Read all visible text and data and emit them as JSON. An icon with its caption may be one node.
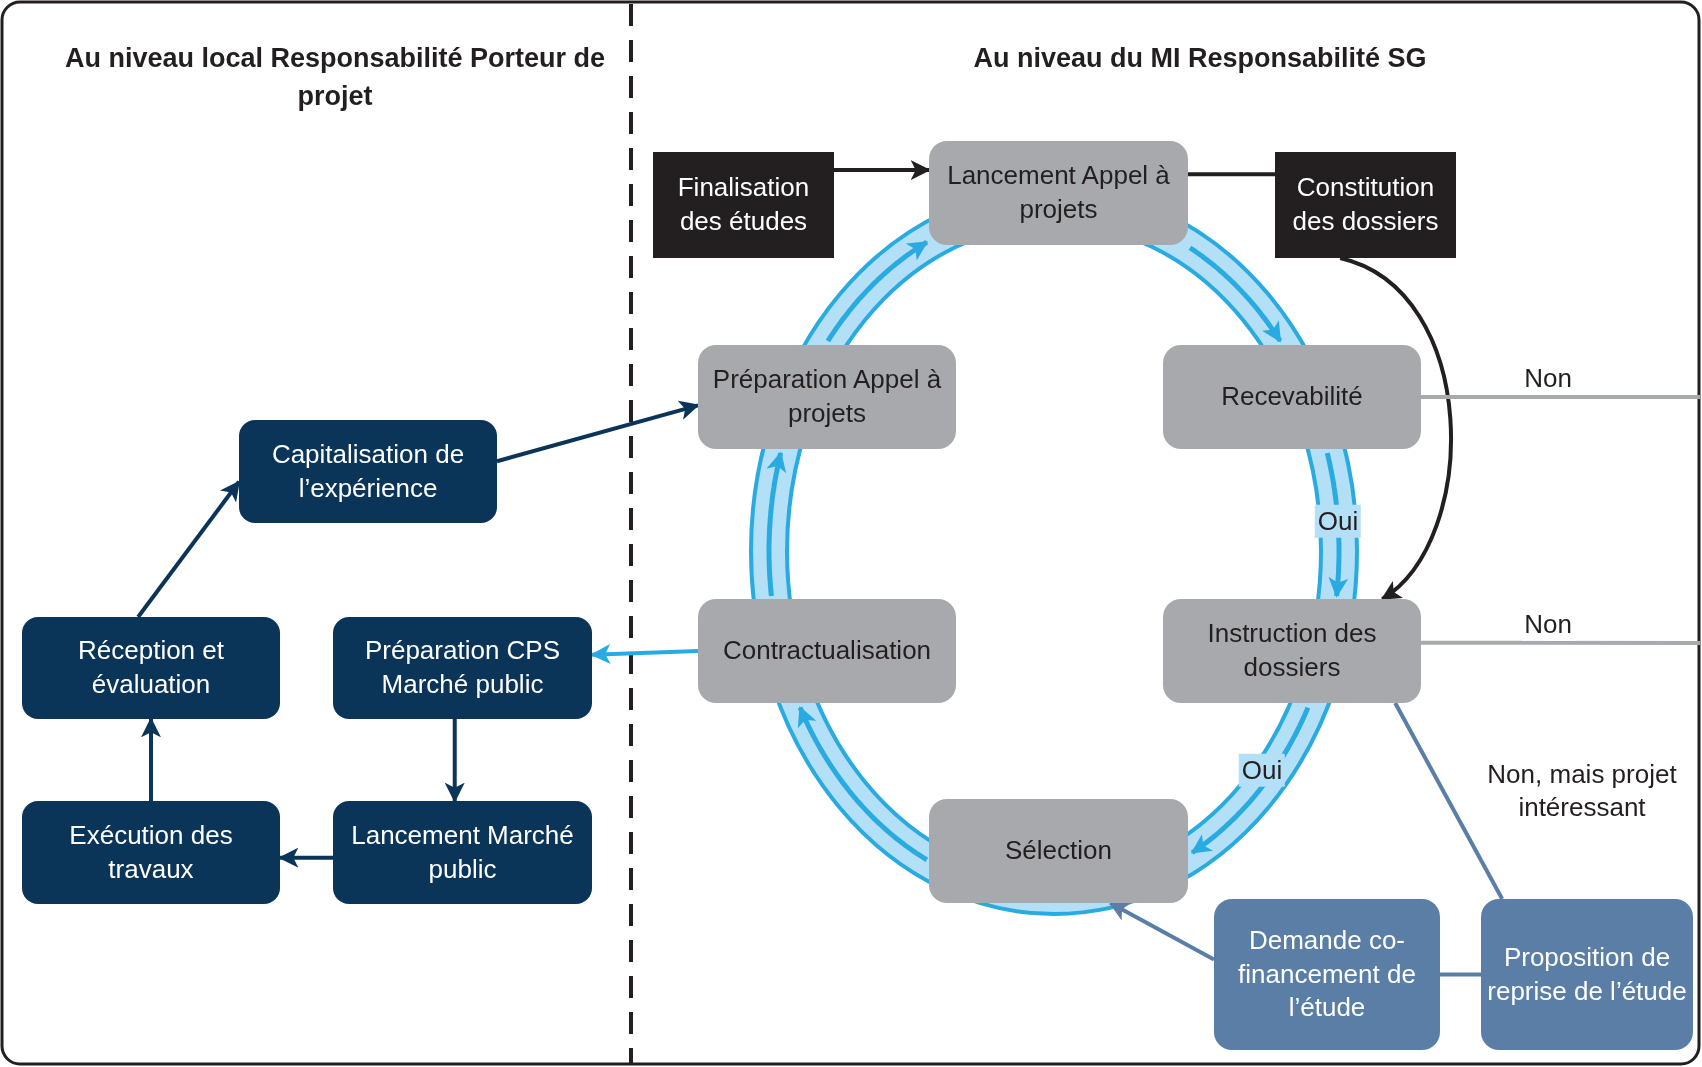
{
  "diagram": {
    "nodes": [
      {
        "text": [
          "Capitalisation de l’expérience"
        ]
      },
      {
        "text": [
          "Réception et évaluation"
        ]
      },
      {
        "text": [
          "Préparation CPS Marché public"
        ]
      },
      {
        "text": [
          "Exécution des travaux"
        ]
      },
      {
        "text": [
          "Lancement Marché public"
        ]
      },
      {
        "text": [
          "Finalisation des études"
        ]
      },
      {
        "text": [
          "Lancement Appel à projets"
        ]
      },
      {
        "text": [
          "Constitution des dossiers"
        ]
      },
      {
        "text": [
          "Préparation Appel à projets"
        ]
      },
      {
        "text": [
          "Recevabilité"
        ]
      },
      {
        "text": [
          "Contractualisation"
        ]
      },
      {
        "text": [
          "Instruction des dossiers"
        ]
      },
      {
        "text": [
          "Sélection"
        ]
      },
      {
        "text": [
          "Demande co-financement de l’étude"
        ]
      },
      {
        "text": [
          "Proposition de reprise de l’étude"
        ]
      }
    ],
    "edges": [
      {
        "from": 3,
        "to": 1,
        "arrow": "to",
        "color": "#0b3558"
      },
      {
        "from": 1,
        "to": 0,
        "arrow": "to",
        "color": "#0b3558"
      },
      {
        "from": 0,
        "to": 8,
        "arrow": "to",
        "color": "#0b3558"
      },
      {
        "from": 2,
        "to": 4,
        "arrow": "to",
        "color": "#0b3558"
      },
      {
        "from": 4,
        "to": 3,
        "arrow": "to",
        "color": "#0b3558"
      },
      {
        "from": 10,
        "to": 2,
        "arrow": "to"
      },
      {
        "from": 5,
        "to": 6,
        "arrow": "to",
        "color": "#231f20"
      },
      {
        "from": 6,
        "to": 7,
        "arrow": "none",
        "color": "#231f20"
      },
      {
        "from": 7,
        "to": 11,
        "arrow": "to",
        "color": "#231f20"
      },
      {
        "from": 8,
        "to": 6,
        "arrow": "to"
      },
      {
        "from": 6,
        "to": 9,
        "arrow": "to"
      },
      {
        "from": 9,
        "to": 11,
        "label": "Oui",
        "arrow": "to"
      },
      {
        "from": 11,
        "to": 12,
        "label": "Oui",
        "arrow": "to"
      },
      {
        "from": 12,
        "to": 10,
        "arrow": "to"
      },
      {
        "from": 10,
        "to": 8,
        "arrow": "to"
      },
      {
        "from": 9,
        "to": null,
        "label": "Non",
        "arrow": "none",
        "color": "#a7a9ac"
      },
      {
        "from": 11,
        "to": null,
        "label": "Non",
        "arrow": "none",
        "color": "#a7a9ac"
      },
      {
        "from": 11,
        "to": 14,
        "label": "Non, mais projet intéressant",
        "arrow": "none",
        "color": "#5a7ea6"
      },
      {
        "from": 13,
        "to": 12,
        "arrow": "to",
        "color": "#5a7ea6"
      },
      {
        "from": 13,
        "to": 14,
        "arrow": "none",
        "color": "#5a7ea6"
      }
    ],
    "labels": [
      "Au niveau local Responsabilité Porteur de projet",
      "Au niveau du MI Responsabilité SG"
    ]
  }
}
